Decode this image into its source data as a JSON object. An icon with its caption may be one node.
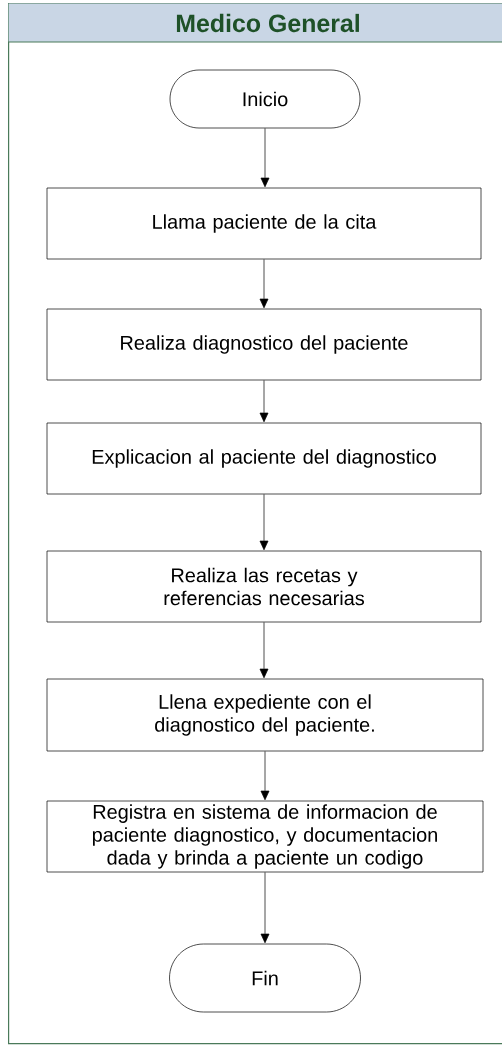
{
  "diagram": {
    "nodes": [
      {
        "text": [
          "Medico General"
        ]
      },
      {
        "text": [
          "Inicio"
        ],
        "in": 0
      },
      {
        "text": [
          "Llama paciente de la cita"
        ],
        "in": 0
      },
      {
        "text": [
          "Realiza diagnostico del paciente"
        ],
        "in": 0
      },
      {
        "text": [
          "Explicacion al paciente del diagnostico"
        ],
        "in": 0
      },
      {
        "text": [
          "Realiza las recetas y referencias necesarias"
        ],
        "in": 0
      },
      {
        "text": [
          "Llena expediente con el diagnostico del paciente."
        ],
        "in": 0
      },
      {
        "text": [
          "Registra en sistema de informacion de paciente diagnostico, y documentacion dada y brinda a paciente un codigo"
        ],
        "in": 0
      },
      {
        "text": [
          "Fin"
        ],
        "in": 0
      }
    ],
    "edges": [
      {
        "from": 1,
        "to": 2,
        "arrow": "to"
      },
      {
        "from": 2,
        "to": 3,
        "arrow": "to"
      },
      {
        "from": 3,
        "to": 4,
        "arrow": "to"
      },
      {
        "from": 4,
        "to": 5,
        "arrow": "to"
      },
      {
        "from": 5,
        "to": 6,
        "arrow": "to"
      },
      {
        "from": 6,
        "to": 7,
        "arrow": "to"
      },
      {
        "from": 7,
        "to": 8,
        "arrow": "to"
      }
    ]
  }
}
